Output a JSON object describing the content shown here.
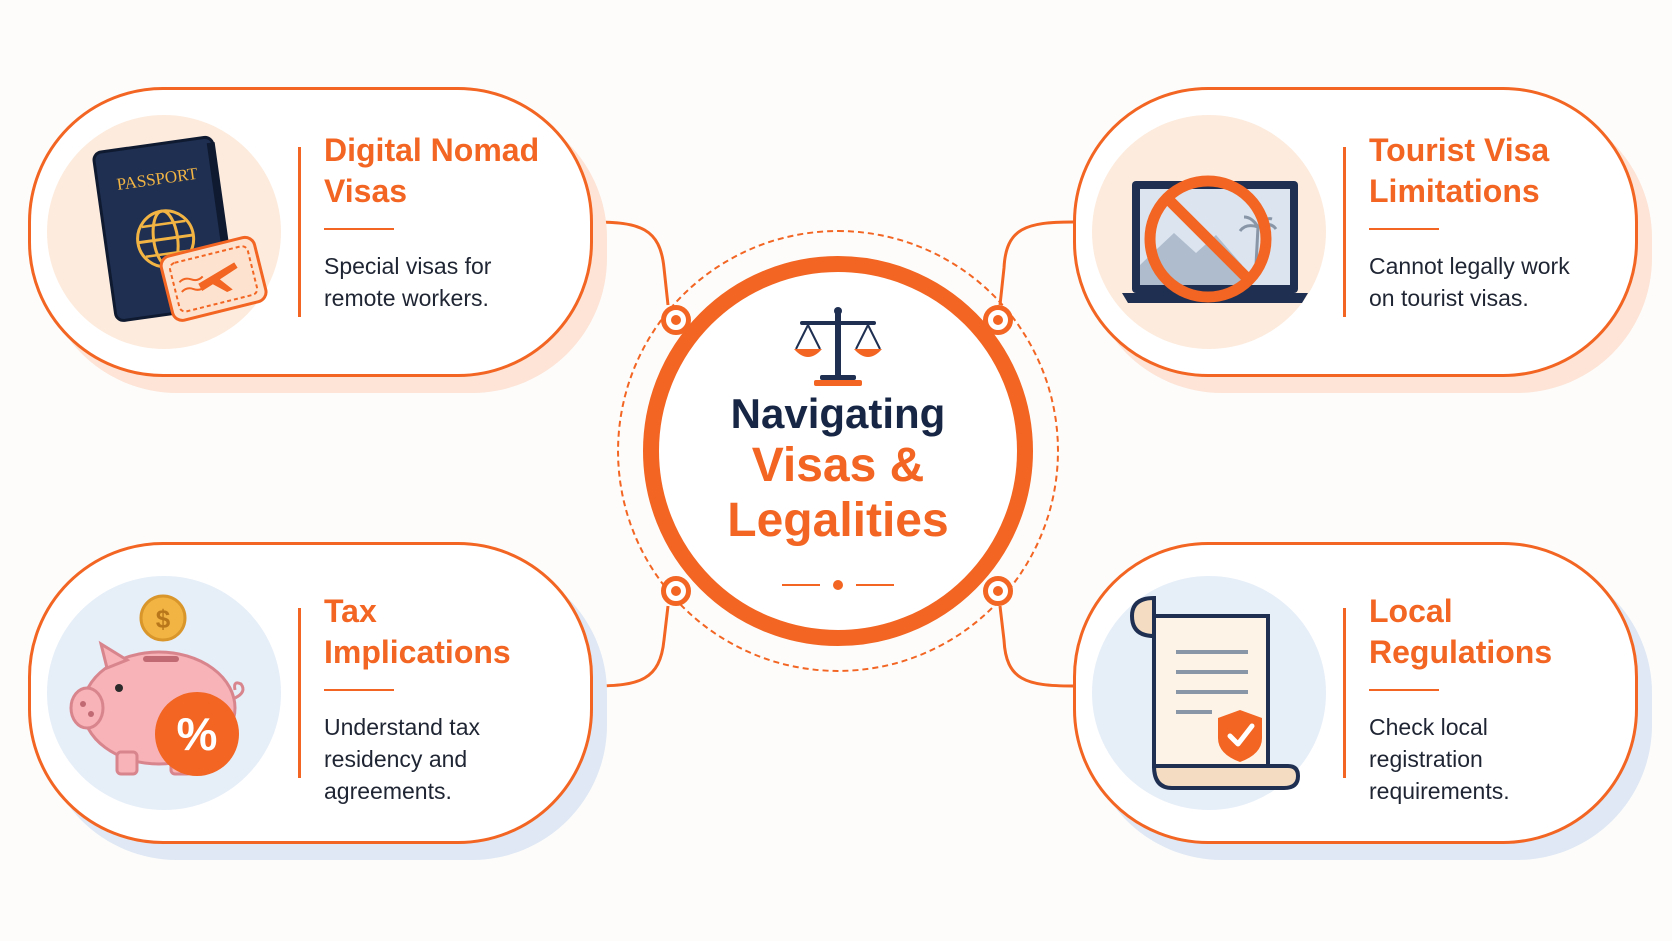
{
  "hub": {
    "line1": "Navigating",
    "line2": "Visas &",
    "line3": "Legalities"
  },
  "cards": {
    "digital_nomad": {
      "title": "Digital Nomad\nVisas",
      "description": "Special visas for\nremote workers.",
      "icon": "passport-icon",
      "passport_label": "PASSPORT"
    },
    "tourist_visa": {
      "title": "Tourist Visa\nLimitations",
      "description": "Cannot legally work\non tourist visas.",
      "icon": "no-work-laptop-icon"
    },
    "tax": {
      "title": "Tax\nImplications",
      "description": "Understand tax\nresidency and\nagreements.",
      "icon": "piggy-bank-icon",
      "coin_symbol": "$",
      "badge_symbol": "%"
    },
    "local_regulations": {
      "title": "Local\nRegulations",
      "description": "Check local\nregistration\nrequirements.",
      "icon": "document-scroll-icon"
    }
  },
  "colors": {
    "accent": "#f26522",
    "navy": "#172644",
    "peach_bg": "#fdebdd",
    "blue_bg": "#e6eef8"
  }
}
